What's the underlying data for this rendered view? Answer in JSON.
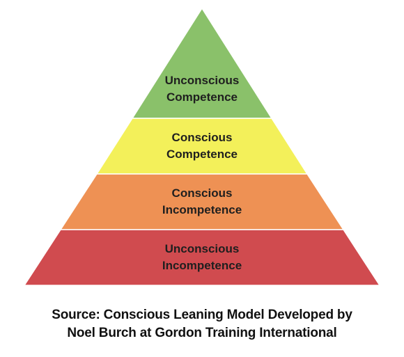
{
  "diagram": {
    "tiers": [
      {
        "line1": "Unconscious",
        "line2": "Competence",
        "color": "#8ac16a"
      },
      {
        "line1": "Conscious",
        "line2": "Competence",
        "color": "#f3f05a"
      },
      {
        "line1": "Conscious",
        "line2": "Incompetence",
        "color": "#ee9154"
      },
      {
        "line1": "Unconscious",
        "line2": "Incompetence",
        "color": "#d04b4f"
      }
    ],
    "caption": {
      "line1": "Source: Conscious Leaning Model Developed by",
      "line2": "Noel Burch at Gordon Training International"
    }
  }
}
